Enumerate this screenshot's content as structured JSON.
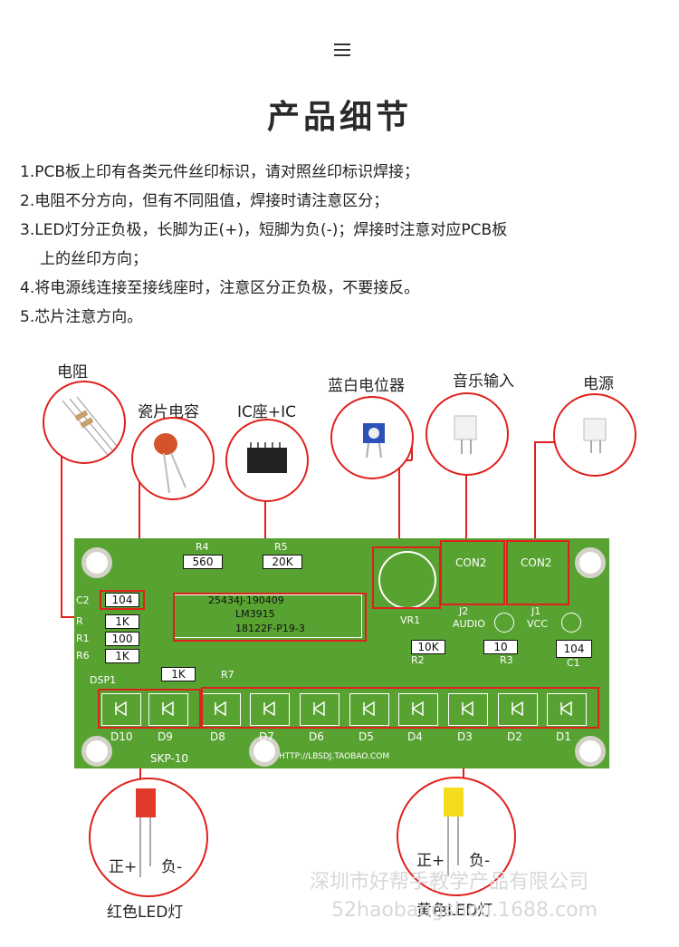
{
  "header": {
    "menu_icon": "hamburger-icon",
    "title": "产品细节"
  },
  "notes": [
    "1.PCB板上印有各类元件丝印标识，请对照丝印标识焊接；",
    "2.电阻不分方向，但有不同阻值，焊接时请注意区分；",
    "3.LED灯分正负极，长脚为正(+)，短脚为负(-)；焊接时注意对应PCB板",
    "上的丝印方向；",
    "4.将电源线连接至接线座时，注意区分正负极，不要接反。",
    "5.芯片注意方向。"
  ],
  "callouts": {
    "resistor": "电阻",
    "ceramic_cap": "瓷片电容",
    "ic_socket": "IC座+IC",
    "potentiometer": "蓝白电位器",
    "audio_input": "音乐输入",
    "power": "电源",
    "red_led": "红色LED灯",
    "yellow_led": "黄色LED灯",
    "plus": "正+",
    "minus": "负-"
  },
  "pcb": {
    "r4": "R4",
    "r4_val": "560",
    "r5": "R5",
    "r5_val": "20K",
    "c2": "C2",
    "c2_val": "104",
    "r_a": "R",
    "r_a_val": "1K",
    "r1": "R1",
    "r1_val": "100",
    "r6": "R6",
    "r6_val": "1K",
    "r7": "R7",
    "r7_val": "1K",
    "dsp1": "DSP1",
    "ic_line1": "25434J-190409",
    "ic_line2": "LM3915",
    "ic_line3": "18122F-P19-3",
    "vr1": "VR1",
    "con2_a": "CON2",
    "con2_b": "CON2",
    "j2": "J2",
    "audio": "AUDIO",
    "j1": "J1",
    "vcc": "VCC",
    "r2": "R2",
    "r2_val": "10K",
    "r3": "R3",
    "r3_val": "10",
    "c1": "C1",
    "c1_val": "104",
    "leds": [
      "D10",
      "D9",
      "D8",
      "D7",
      "D6",
      "D5",
      "D4",
      "D3",
      "D2",
      "D1"
    ],
    "model": "SKP-10",
    "url": "HTTP://LBSDJ.TAOBAO.COM"
  },
  "watermark": {
    "line1": "深圳市好帮手教学产品有限公司",
    "line2": "52haobangshou.1688.com"
  },
  "colors": {
    "accent_red": "#e0201c",
    "pcb_green": "#58a232",
    "led_red": "#e23a2a",
    "led_yellow": "#f3dd1e"
  }
}
